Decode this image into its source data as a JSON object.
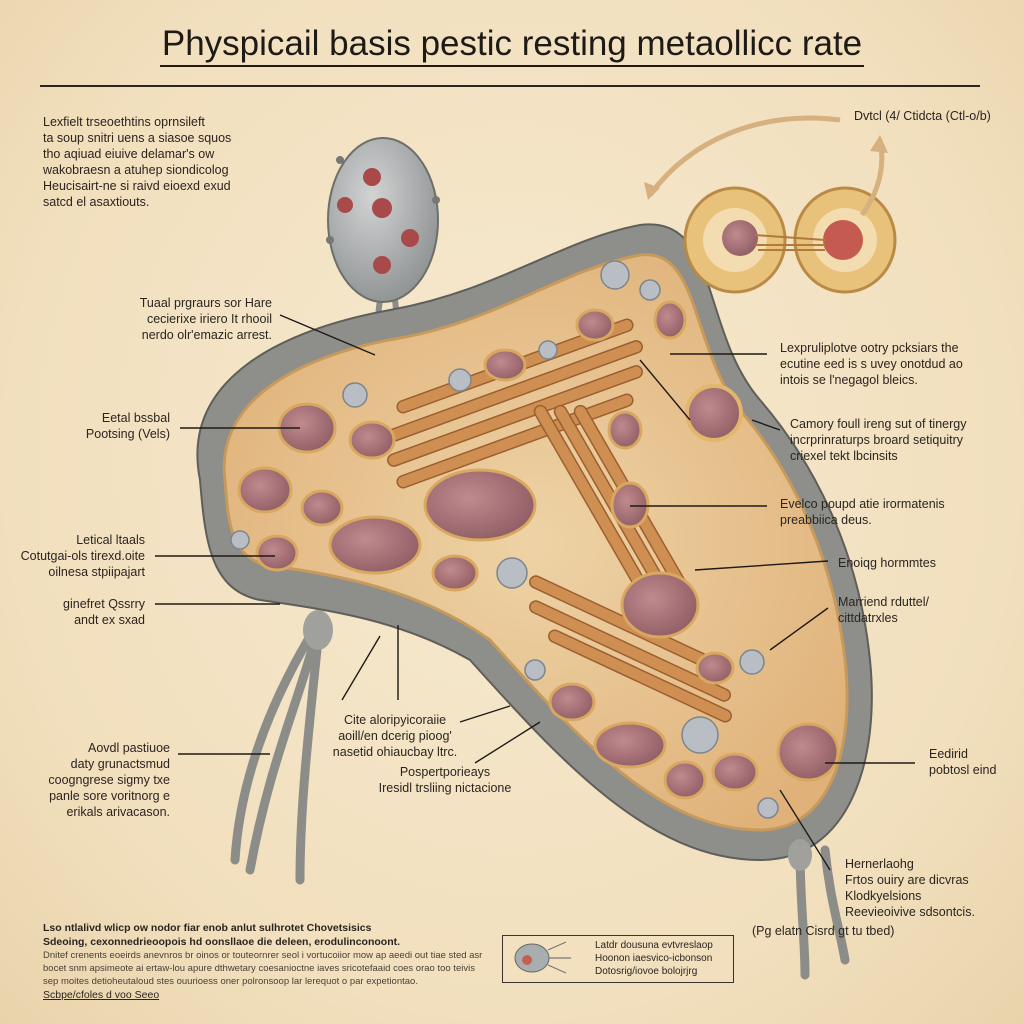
{
  "title": "Physpicail basis pestic resting metaollicc rate",
  "intro": "Lexfielt trseoethtins oprnsileft\nta soup snitri uens a siasoe squos\ntho aqiuad eiuive delamar's ow\nwakobraesn a atuhep siondicolog\nHeucisairt-ne si raivd eioexd exud\nsatcd el asaxtiouts.",
  "labels": {
    "top_left": "Tuaal prgraurs sor Hare\ncecierixe iriero It rhooil\nnerdo olr'emazic arrest.",
    "left_1": "Eetal bssbal\nPootsing (Vels)",
    "left_2": "Letical ltaals\nCotutgai-ols tirexd.oite\noilnesa stpiipajart",
    "left_3": "ginefret Qssrry\nandt ex sxad",
    "left_4": "Aovdl pastiuoe\ndaty grunactsmud\ncoogngrese sigmy txe\npanle sore voritnorg e\nerikals arivacason.",
    "center_1": "Cite aloripyicoraiie\naoill/en dcerig pioog'\nnasetid ohiaucbay ltrc.",
    "center_2": "Pospertporieays\nIresidl trsliing nictacione",
    "top_right": "Dvtcl (4/ Ctidcta (Ctl-o/b)",
    "right_1": "Lexpruliplotve ootry pcksiars the\necutine eed is s uvey onotdud ao\nintois se l'negagol bleics.",
    "right_2": "Camory foull ireng sut of tinergy\nincrprinraturps broard setiquitry\ncriexel tekt lbcinsits",
    "right_3": "Evelco poupd atie irormatenis\npreabbiica deus.",
    "right_4": "Enoiqg hormmtes",
    "right_5": "Marriend rduttel/\ncittdatrxles",
    "right_6": "Eedirid\npobtosl eind",
    "right_7": "Hernerlaohg\nFrtos ouiry are dicvras\nKlodkyelsions\nReevieoivive sdsontcis.",
    "bottom_caption": "(Pg elatn Cisrd gt tu tbed)"
  },
  "footer": {
    "heading_1": "Lso ntlalivd wlicp ow nodor fiar enob anlut sulhrotet Chovetsisics",
    "heading_2": "Sdeoing, cexonnedrieoopois hd oonsllaoe die deleen, erodulinconoont.",
    "body": "Dnitef crenents eoeirds anevnros br oinos or touteornrer seol i vortucoiior mow ap aeedi out tiae sted asr\nbocet snm apsimeote ai ertaw-lou apure dthwetary coesanioctne iaves sricotefaaid coes orao too teivis\nsep moites detioheutaloud stes ouurioess oner polronsoop lar lerequot o par expetiontao.",
    "link": "Scbpe/cfoles d voo Seeo"
  },
  "legend": {
    "text": "Latdr dousuna evtvreslaop\nHoonon iaesvico-icbonson\nDotosrig/iovoe bolojrjrg"
  },
  "colors": {
    "background": "#f2e2c2",
    "membrane": "#8e8e8a",
    "cytoplasm": "#e9c48e",
    "nucleus": "#a8727a",
    "mitochondria": "#c98a4e"
  }
}
